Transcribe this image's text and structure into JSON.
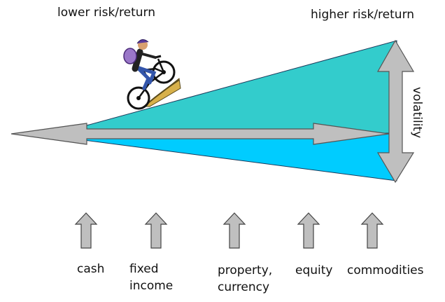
{
  "titles": {
    "left": "lower risk/return",
    "right": "higher risk/return"
  },
  "axis": {
    "vertical_label": "volatility"
  },
  "asset_classes": [
    {
      "line1": "cash",
      "line2": ""
    },
    {
      "line1": "fixed",
      "line2": "income"
    },
    {
      "line1": "property,",
      "line2": "currency"
    },
    {
      "line1": "equity",
      "line2": ""
    },
    {
      "line1": "commodities",
      "line2": ""
    }
  ],
  "colors": {
    "upper_wedge": "#33cccc",
    "lower_wedge": "#00ccff",
    "arrow_fill": "#bfbfbf",
    "arrow_stroke": "#555555",
    "outline": "#1a3a5a"
  }
}
